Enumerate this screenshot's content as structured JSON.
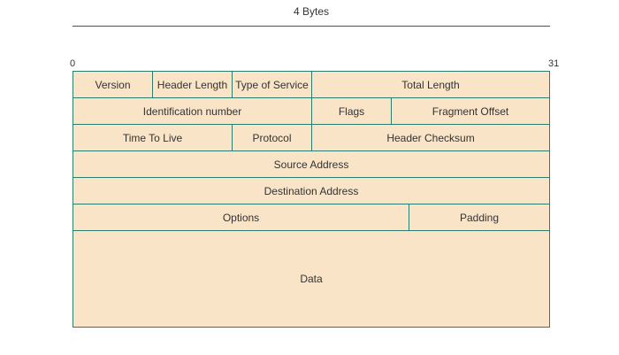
{
  "title": "4 Bytes",
  "bit_start": "0",
  "bit_end": "31",
  "colors": {
    "fill": "#f9e4c7",
    "border": "#2d7d6e",
    "rule": "#8b3a3a"
  },
  "fields": {
    "version": "Version",
    "header_length": "Header Length",
    "type_of_service": "Type of Service",
    "total_length": "Total Length",
    "identification": "Identification number",
    "flags": "Flags",
    "fragment_offset": "Fragment Offset",
    "ttl": "Time To Live",
    "protocol": "Protocol",
    "header_checksum": "Header Checksum",
    "source_address": "Source Address",
    "destination_address": "Destination Address",
    "options": "Options",
    "padding": "Padding",
    "data": "Data"
  }
}
